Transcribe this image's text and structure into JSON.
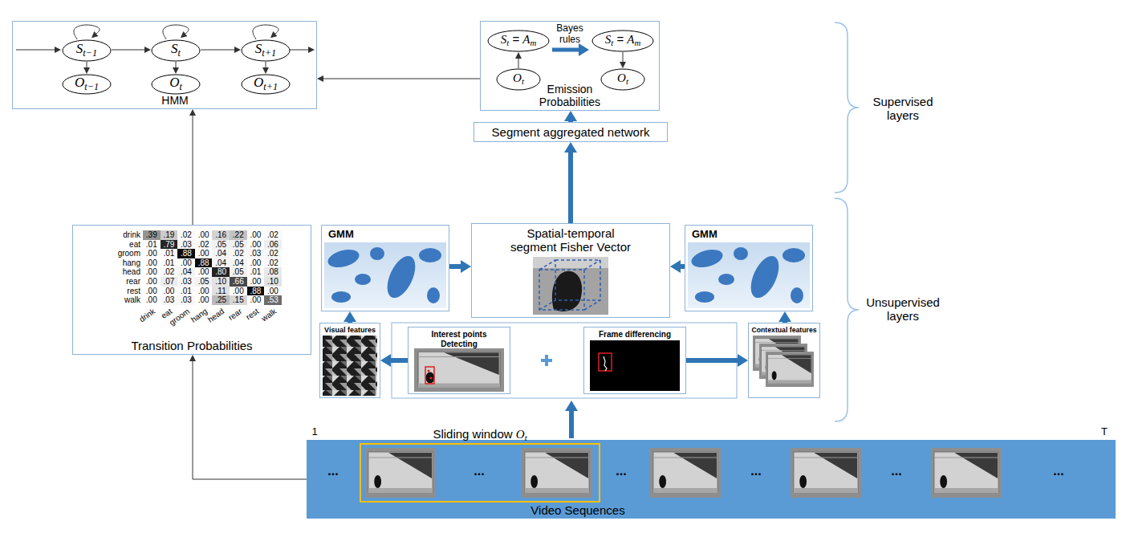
{
  "diagram": {
    "nodes": [
      {
        "text": [
          "HMM"
        ]
      },
      {
        "text": [
          "St−1"
        ],
        "in": 0
      },
      {
        "text": [
          "St"
        ],
        "in": 0
      },
      {
        "text": [
          "St+1"
        ],
        "in": 0
      },
      {
        "text": [
          "Ot−1"
        ],
        "in": 0
      },
      {
        "text": [
          "Ot"
        ],
        "in": 0
      },
      {
        "text": [
          "Ot+1"
        ],
        "in": 0
      },
      {
        "text": [
          "Emission Probabilities"
        ]
      },
      {
        "text": [
          "St = Am"
        ],
        "in": 7
      },
      {
        "text": [
          "St = Am"
        ],
        "in": 7
      },
      {
        "text": [
          "Ot"
        ],
        "in": 7
      },
      {
        "text": [
          "Ot"
        ],
        "in": 7
      },
      {
        "text": [
          "Segment aggregated network"
        ]
      },
      {
        "text": [
          "Transition Probabilities"
        ]
      },
      {
        "text": [
          "GMM"
        ]
      },
      {
        "text": [
          "Spatial-temporal segment Fisher Vector"
        ]
      },
      {
        "text": [
          "GMM"
        ]
      },
      {
        "text": [
          "Visual features"
        ]
      },
      {
        "text": [
          "Interest points Detecting"
        ]
      },
      {
        "text": [
          "Frame differencing"
        ]
      },
      {
        "text": [
          "Contextual features"
        ]
      },
      {
        "text": [
          "Video Sequences"
        ]
      },
      {
        "text": [
          "Sliding window Ot"
        ],
        "in": 21
      }
    ],
    "edges": [
      {
        "from": 1,
        "to": 1,
        "arrow": "to"
      },
      {
        "from": 2,
        "to": 2,
        "arrow": "to"
      },
      {
        "from": 3,
        "to": 3,
        "arrow": "to"
      },
      {
        "from": 1,
        "to": 2,
        "arrow": "to"
      },
      {
        "from": 2,
        "to": 3,
        "arrow": "to"
      },
      {
        "from": 1,
        "to": 4,
        "arrow": "to"
      },
      {
        "from": 2,
        "to": 5,
        "arrow": "to"
      },
      {
        "from": 3,
        "to": 6,
        "arrow": "to"
      },
      {
        "from": 10,
        "to": 8,
        "arrow": "to"
      },
      {
        "from": 9,
        "to": 11,
        "arrow": "to"
      },
      {
        "from": 7,
        "to": 0,
        "arrow": "to"
      },
      {
        "from": 12,
        "to": 7,
        "arrow": "to"
      },
      {
        "from": 15,
        "to": 12,
        "arrow": "to"
      },
      {
        "from": 14,
        "to": 15,
        "arrow": "to"
      },
      {
        "from": 16,
        "to": 15,
        "arrow": "to"
      },
      {
        "from": 17,
        "to": 14,
        "arrow": "to"
      },
      {
        "from": 20,
        "to": 16,
        "arrow": "to"
      },
      {
        "from": 18,
        "to": 17,
        "arrow": "to"
      },
      {
        "from": 19,
        "to": 20,
        "arrow": "to"
      },
      {
        "from": 13,
        "to": 0,
        "arrow": "to"
      },
      {
        "from": 21,
        "to": 13,
        "arrow": "to"
      }
    ],
    "labels": [
      "Bayes rules",
      "drink",
      ".39",
      ".19",
      ".02",
      ".00",
      ".16",
      ".22",
      ".00",
      ".02",
      "eat",
      ".01",
      ".79",
      ".03",
      ".02",
      ".05",
      ".05",
      ".00",
      ".06",
      "groom",
      ".00",
      ".01",
      ".88",
      ".00",
      ".04",
      ".02",
      ".03",
      ".02",
      "hang",
      ".00",
      ".01",
      ".00",
      ".88",
      ".04",
      ".04",
      ".00",
      ".02",
      "head",
      ".00",
      ".02",
      ".04",
      ".00",
      ".80",
      ".05",
      ".01",
      ".08",
      "rear",
      ".00",
      ".07",
      ".03",
      ".05",
      ".10",
      ".66",
      ".00",
      ".10",
      "rest",
      ".00",
      ".00",
      ".01",
      ".00",
      ".11",
      ".00",
      ".88",
      ".00",
      "walk",
      ".00",
      ".03",
      ".03",
      ".00",
      ".25",
      ".15",
      ".00",
      ".53",
      "drink",
      "eat",
      "groom",
      "hang",
      "head",
      "rear",
      "rest",
      "walk",
      "Supervised layers",
      "Unsupervised layers",
      "1",
      "T",
      "...",
      "...",
      "...",
      "...",
      "...",
      "..."
    ]
  }
}
